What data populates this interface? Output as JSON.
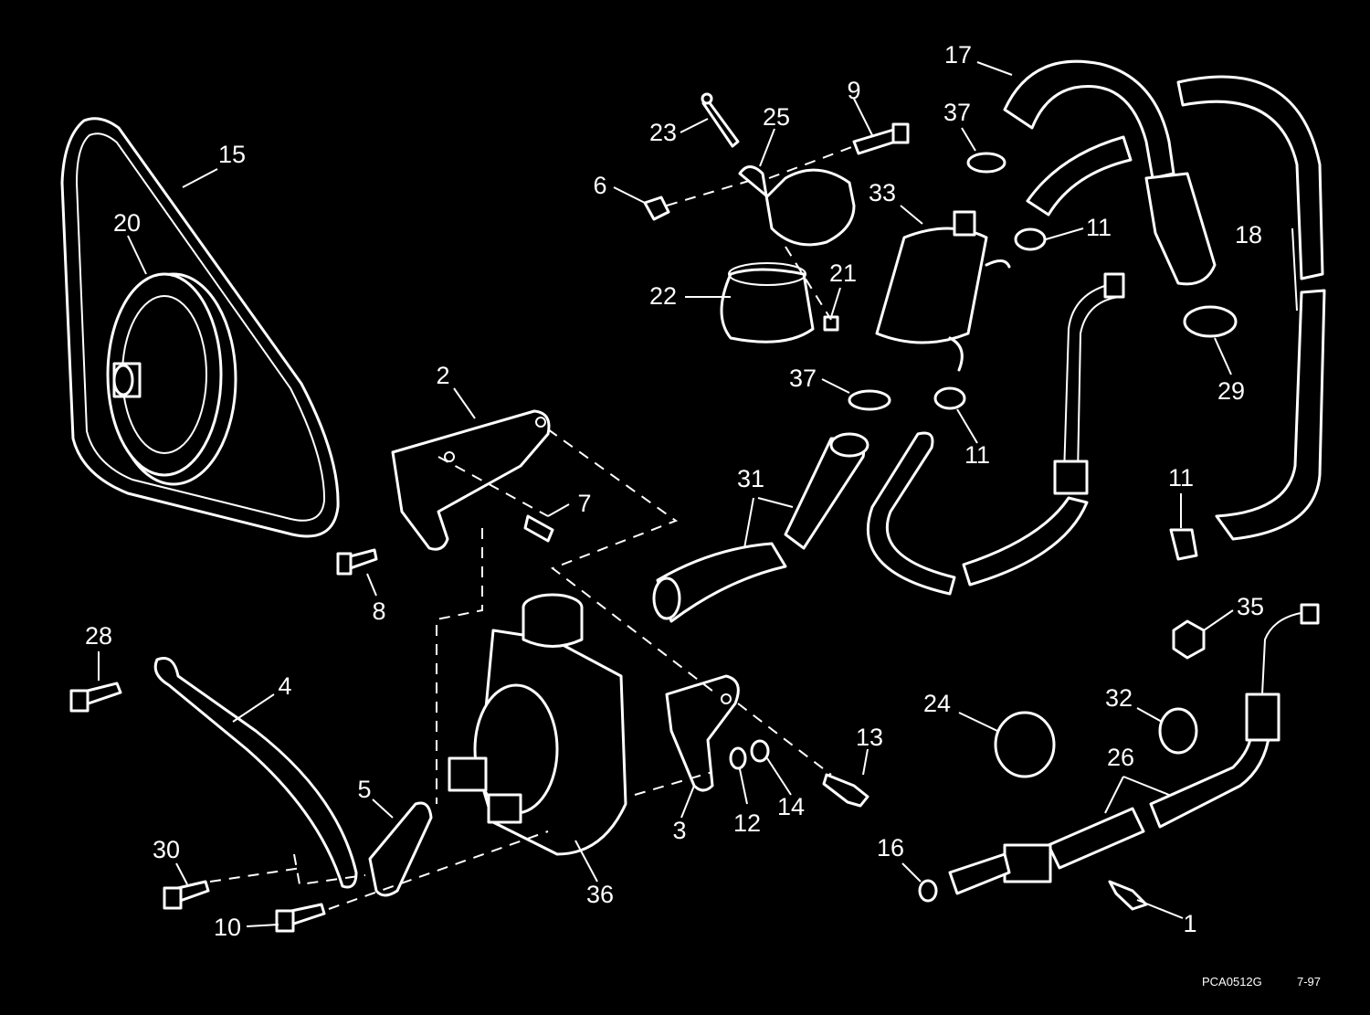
{
  "diagram": {
    "part_numbers": [
      "1",
      "2",
      "3",
      "4",
      "5",
      "6",
      "7",
      "8",
      "9",
      "10",
      "11",
      "11",
      "11",
      "12",
      "13",
      "14",
      "15",
      "16",
      "17",
      "18",
      "20",
      "21",
      "22",
      "23",
      "24",
      "25",
      "26",
      "28",
      "29",
      "30",
      "31",
      "32",
      "33",
      "35",
      "36",
      "37",
      "37"
    ]
  },
  "footer": {
    "drawing_id": "PCA0512G",
    "date_code": "7-97"
  },
  "colors": {
    "background": "#000000",
    "line_art": "#ffffff"
  }
}
